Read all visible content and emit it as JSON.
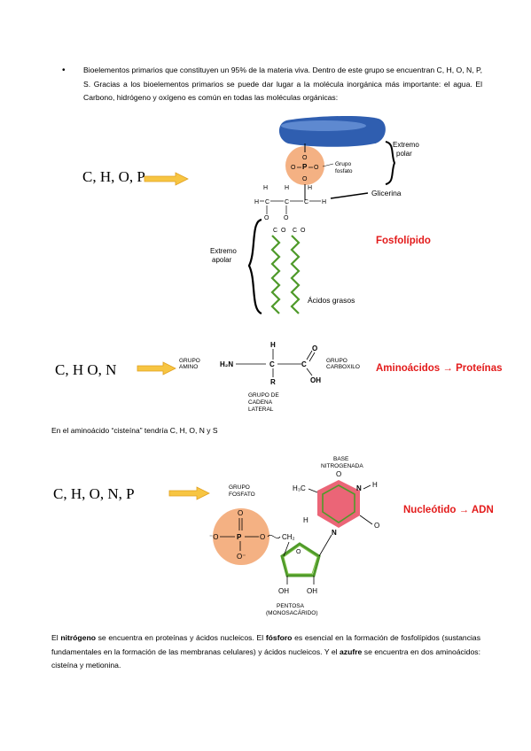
{
  "intro": {
    "bullet": "•",
    "text": "Bioelementos primarios que constituyen un 95% de la materia viva. Dentro de este grupo se encuentran C, H, O, N, P, S. Gracias a los bioelementos primarios se puede dar lugar a la molécula inorgánica más importante: el agua. El Carbono, hidrógeno y oxígeno es común en todas las moléculas orgánicas:"
  },
  "phospholipid": {
    "formula": "C, H, O, P",
    "label": "Fosfolípido",
    "extremo_polar": [
      "Extremo",
      "polar"
    ],
    "grupo_fosfato": [
      "Grupo",
      "fosfato"
    ],
    "glicerina": "Glicerina",
    "extremo_apolar": [
      "Extremo",
      "apolar"
    ],
    "acidos_grasos": "Ácidos grasos",
    "atom_P": "P",
    "atom_O": "O",
    "atom_H": "H",
    "atom_C": "C"
  },
  "aminoacid": {
    "formula": "C, H O, N",
    "label": "Aminoácidos → Proteínas",
    "grupo_amino": [
      "GRUPO",
      "AMINO"
    ],
    "grupo_carboxilo": [
      "GRUPO",
      "CARBOXILO"
    ],
    "cadena_lateral": [
      "GRUPO DE",
      "CADENA",
      "LATERAL"
    ],
    "h2n": "H₂N",
    "oh": "OH",
    "atom_H": "H",
    "atom_C": "C",
    "atom_R": "R",
    "atom_O": "O"
  },
  "cysteine_note": "En el aminoácido “cisteína” tendría C, H, O, N y S",
  "nucleotide": {
    "formula": "C, H, O, N, P",
    "label": "Nucleótido → ADN",
    "grupo_fosfato": [
      "GRUPO",
      "FOSFATO"
    ],
    "base": [
      "BASE",
      "NITROGENADA"
    ],
    "pentosa": [
      "PENTOSA",
      "(MONOSACÁRIDO)"
    ],
    "ch3": "H₃C",
    "ch2": "CH₂",
    "oh": "OH",
    "atom_N": "N",
    "atom_H": "H",
    "atom_O": "O",
    "atom_P": "P",
    "minus_O": "⁻O",
    "O_minus": "O⁻"
  },
  "final_paragraph": {
    "p1": "El ",
    "b1": "nitrógeno",
    "p2": " se encuentra en proteínas y ácidos nucleicos. El ",
    "b2": "fósforo",
    "p3": " es esencial en la formación de fosfolípidos (sustancias fundamentales en la formación de las membranas celulares) y ácidos nucleicos. Y el ",
    "b3": "azufre",
    "p4": " se encuentra en dos aminoácidos: cisteína y metionina."
  },
  "colors": {
    "accent_red": "#e31b1b",
    "arrow_yellow": "#f7c542",
    "phosphate_orange": "#f4b183",
    "head_blue": "#2f5eb0",
    "chain_green": "#4f9a2a",
    "base_red": "#e84a5f"
  }
}
